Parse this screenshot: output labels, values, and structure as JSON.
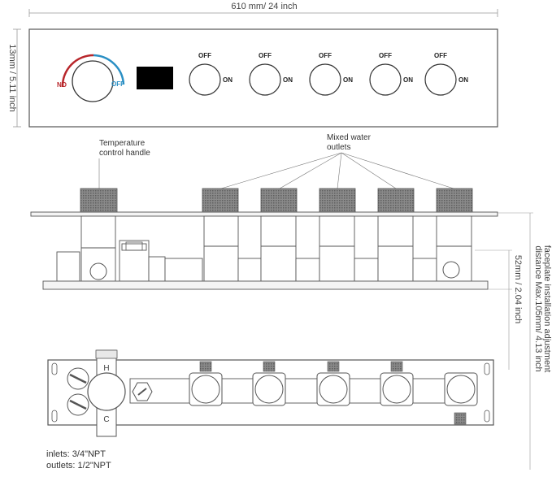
{
  "dimensions": {
    "width": "610 mm/ 24 inch",
    "height": "13mm / 5.11 inch",
    "depth": "52mm / 2.04 inch",
    "adjust_line1": "faceplate installation adjustment",
    "adjust_line2": "distance Max.105mm/ 4.13 inch"
  },
  "temperature_knob": {
    "hot_label": "NO",
    "cold_label": "OFF",
    "hot_color": "#b8262b",
    "cold_color": "#2a8fc4"
  },
  "valves": [
    {
      "off": "OFF",
      "on": "ON"
    },
    {
      "off": "OFF",
      "on": "ON"
    },
    {
      "off": "OFF",
      "on": "ON"
    },
    {
      "off": "OFF",
      "on": "ON"
    },
    {
      "off": "OFF",
      "on": "ON"
    }
  ],
  "side_labels": {
    "temperature_line1": "Temperature",
    "temperature_line2": "control handle",
    "mixed_line1": "Mixed water",
    "mixed_line2": "outlets"
  },
  "body_letters": {
    "hot": "H",
    "cold": "C"
  },
  "notes": {
    "inlets": "inlets: 3/4\"NPT",
    "outlets": "outlets: 1/2\"NPT"
  }
}
